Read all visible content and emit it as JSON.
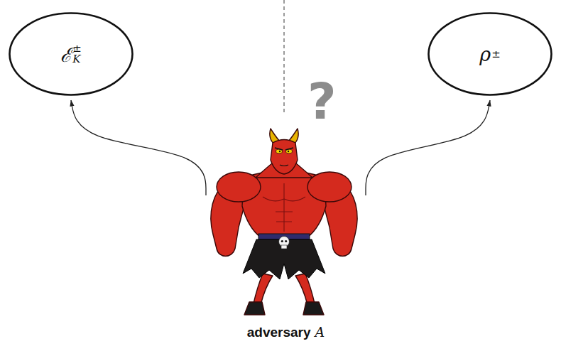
{
  "diagram": {
    "nodes": [
      {
        "text": [
          "ℰ",
          "±",
          "K"
        ]
      },
      {
        "text": [
          "ρ",
          "±"
        ]
      },
      {
        "text": [
          "adversary",
          "A"
        ]
      }
    ],
    "edges": [
      {
        "from": 2,
        "to": 0,
        "arrow": "to"
      },
      {
        "from": 2,
        "to": 1,
        "arrow": "to"
      }
    ],
    "labels": [
      "?"
    ]
  }
}
